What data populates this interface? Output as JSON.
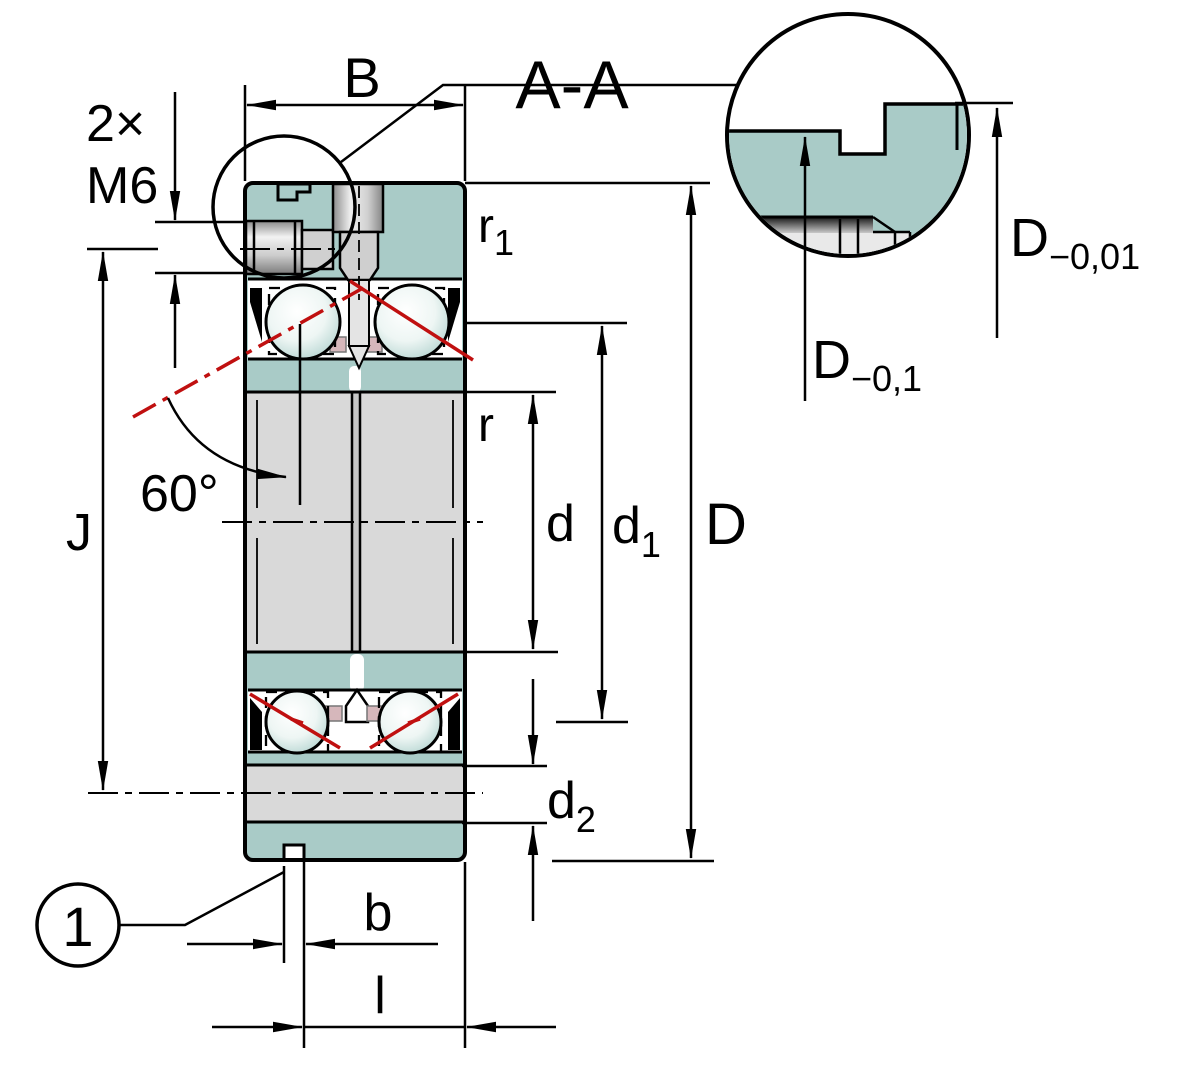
{
  "drawing": {
    "type": "bearing-cross-section-technical-drawing",
    "section_view": "A-A"
  },
  "colors": {
    "teal": "#a9cbc7",
    "metal": "#d9d9d9",
    "pink": "#d6b7bb",
    "red": "#c01010",
    "line": "#000000"
  },
  "labels": {
    "section": "A-A",
    "width_top": "B",
    "screw_count": "2×",
    "screw_thread": "M6",
    "contact_angle": "60°",
    "hole_spacing": "J",
    "fillet_r1": {
      "main": "r",
      "sub": "1"
    },
    "fillet_r": "r",
    "bore_d": "d",
    "dia_d1": {
      "main": "d",
      "sub": "1"
    },
    "outer_dia": "D",
    "spigot_d2": {
      "main": "d",
      "sub": "2"
    },
    "tol_D_01": {
      "main": "D",
      "sub": "−0,1"
    },
    "tol_D_001": {
      "main": "D",
      "sub": "−0,01"
    },
    "slot_width": "b",
    "slot_distance": "l",
    "callout_1": "1"
  }
}
